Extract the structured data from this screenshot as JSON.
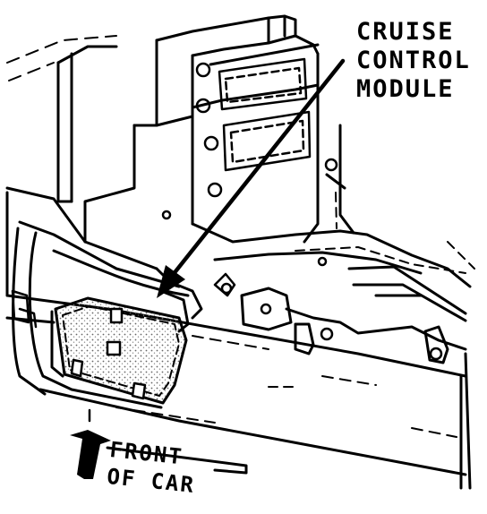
{
  "labels": {
    "module_line1": "CRUISE",
    "module_line2": "CONTROL",
    "module_line3": "MODULE",
    "front_line1": "FRONT",
    "front_line2": "OF CAR"
  },
  "colors": {
    "ink": "#000000",
    "paper": "#ffffff",
    "stipple": "#8a8a8a"
  },
  "icons": {
    "front_arrow": "front-direction-arrow-icon",
    "leader_arrow": "callout-leader-arrow"
  }
}
